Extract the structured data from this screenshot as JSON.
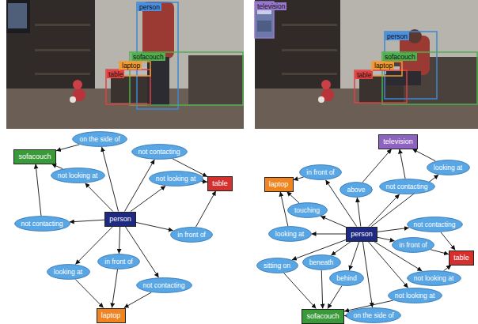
{
  "diagram": {
    "nodes": [
      {
        "text": [
          "sofacouch"
        ]
      },
      {
        "text": [
          "on the side of"
        ]
      },
      {
        "text": [
          "not contacting"
        ]
      },
      {
        "text": [
          "not looking at"
        ]
      },
      {
        "text": [
          "table"
        ]
      },
      {
        "text": [
          "not looking at"
        ]
      },
      {
        "text": [
          "person"
        ]
      },
      {
        "text": [
          "not contacting"
        ]
      },
      {
        "text": [
          "in front of"
        ]
      },
      {
        "text": [
          "in front of"
        ]
      },
      {
        "text": [
          "looking at"
        ]
      },
      {
        "text": [
          "not contacting"
        ]
      },
      {
        "text": [
          "laptop"
        ]
      },
      {
        "text": [
          "television"
        ]
      },
      {
        "text": [
          "laptop"
        ]
      },
      {
        "text": [
          "in front of"
        ]
      },
      {
        "text": [
          "above"
        ]
      },
      {
        "text": [
          "looking at"
        ]
      },
      {
        "text": [
          "not contacting"
        ]
      },
      {
        "text": [
          "touching"
        ]
      },
      {
        "text": [
          "not contacting"
        ]
      },
      {
        "text": [
          "person"
        ]
      },
      {
        "text": [
          "looking at"
        ]
      },
      {
        "text": [
          "in front of"
        ]
      },
      {
        "text": [
          "table"
        ]
      },
      {
        "text": [
          "beneath"
        ]
      },
      {
        "text": [
          "behind"
        ]
      },
      {
        "text": [
          "sitting on"
        ]
      },
      {
        "text": [
          "not looking at"
        ]
      },
      {
        "text": [
          "not looking at"
        ]
      },
      {
        "text": [
          "on the side of"
        ]
      },
      {
        "text": [
          "sofacouch"
        ]
      }
    ],
    "edges": [
      {
        "from": 6,
        "to": 1,
        "arrow": "to"
      },
      {
        "from": 1,
        "to": 0,
        "arrow": "to"
      },
      {
        "from": 6,
        "to": 2,
        "arrow": "to"
      },
      {
        "from": 2,
        "to": 4,
        "arrow": "to"
      },
      {
        "from": 6,
        "to": 3,
        "arrow": "to"
      },
      {
        "from": 3,
        "to": 0,
        "arrow": "to"
      },
      {
        "from": 6,
        "to": 5,
        "arrow": "to"
      },
      {
        "from": 5,
        "to": 4,
        "arrow": "to"
      },
      {
        "from": 6,
        "to": 7,
        "arrow": "to"
      },
      {
        "from": 7,
        "to": 0,
        "arrow": "to"
      },
      {
        "from": 6,
        "to": 8,
        "arrow": "to"
      },
      {
        "from": 8,
        "to": 4,
        "arrow": "to"
      },
      {
        "from": 6,
        "to": 10,
        "arrow": "to"
      },
      {
        "from": 10,
        "to": 12,
        "arrow": "to"
      },
      {
        "from": 6,
        "to": 9,
        "arrow": "to"
      },
      {
        "from": 9,
        "to": 12,
        "arrow": "to"
      },
      {
        "from": 6,
        "to": 11,
        "arrow": "to"
      },
      {
        "from": 11,
        "to": 12,
        "arrow": "to"
      },
      {
        "from": 21,
        "to": 15,
        "arrow": "to"
      },
      {
        "from": 15,
        "to": 14,
        "arrow": "to"
      },
      {
        "from": 21,
        "to": 16,
        "arrow": "to"
      },
      {
        "from": 16,
        "to": 13,
        "arrow": "to"
      },
      {
        "from": 21,
        "to": 17,
        "arrow": "to"
      },
      {
        "from": 17,
        "to": 13,
        "arrow": "to"
      },
      {
        "from": 21,
        "to": 18,
        "arrow": "to"
      },
      {
        "from": 18,
        "to": 13,
        "arrow": "to"
      },
      {
        "from": 21,
        "to": 19,
        "arrow": "to"
      },
      {
        "from": 19,
        "to": 14,
        "arrow": "to"
      },
      {
        "from": 21,
        "to": 20,
        "arrow": "to"
      },
      {
        "from": 20,
        "to": 24,
        "arrow": "to"
      },
      {
        "from": 21,
        "to": 22,
        "arrow": "to"
      },
      {
        "from": 22,
        "to": 14,
        "arrow": "to"
      },
      {
        "from": 21,
        "to": 23,
        "arrow": "to"
      },
      {
        "from": 23,
        "to": 24,
        "arrow": "to"
      },
      {
        "from": 21,
        "to": 25,
        "arrow": "to"
      },
      {
        "from": 25,
        "to": 31,
        "arrow": "to"
      },
      {
        "from": 21,
        "to": 26,
        "arrow": "to"
      },
      {
        "from": 26,
        "to": 31,
        "arrow": "to"
      },
      {
        "from": 21,
        "to": 27,
        "arrow": "to"
      },
      {
        "from": 27,
        "to": 31,
        "arrow": "to"
      },
      {
        "from": 21,
        "to": 28,
        "arrow": "to"
      },
      {
        "from": 28,
        "to": 24,
        "arrow": "to"
      },
      {
        "from": 21,
        "to": 29,
        "arrow": "to"
      },
      {
        "from": 29,
        "to": 31,
        "arrow": "to"
      },
      {
        "from": 21,
        "to": 30,
        "arrow": "to"
      },
      {
        "from": 30,
        "to": 31,
        "arrow": "to"
      }
    ],
    "labels": [
      "person",
      "sofacouch",
      "laptop",
      "table",
      "television",
      "person",
      "sofacouch",
      "laptop",
      "table"
    ]
  }
}
